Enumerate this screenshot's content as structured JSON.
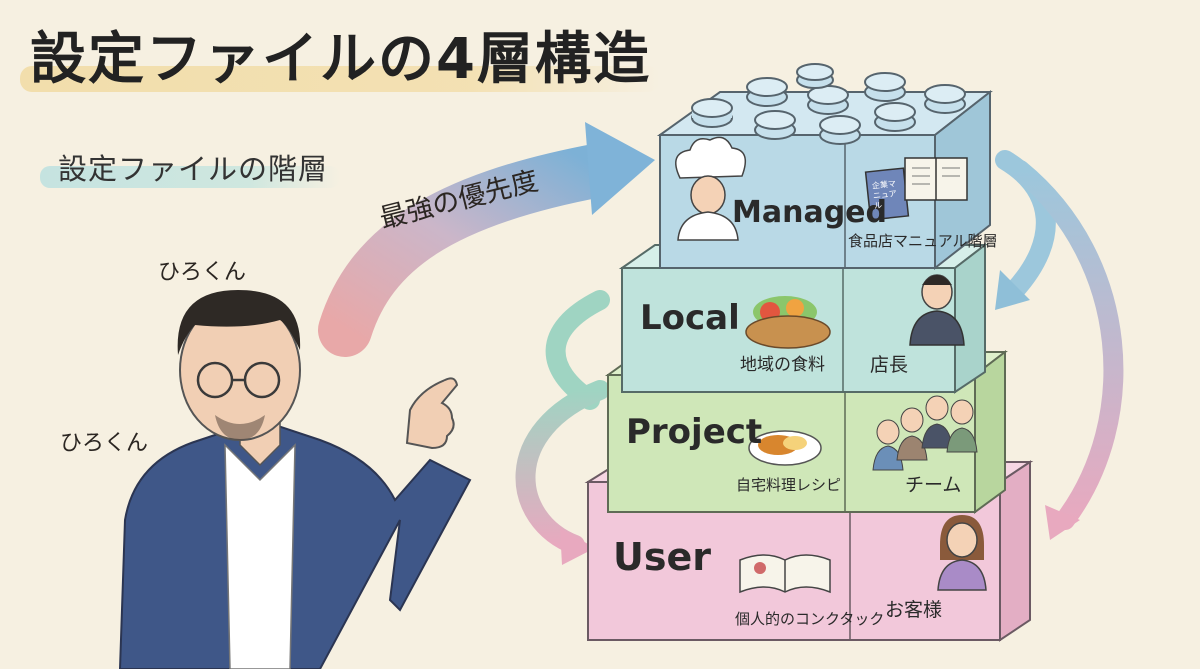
{
  "title": "設定ファイルの4層構造",
  "subtitle": "設定ファイルの階層",
  "presenter": {
    "name_top": "ひろくん",
    "name_left": "ひろくん"
  },
  "priority_label": "最強の優先度",
  "layers": [
    {
      "name": "Managed",
      "note": "食品店マニュアル階層",
      "manual_text": "企業マニュアル",
      "role": "",
      "color": "#b9d9e6"
    },
    {
      "name": "Local",
      "note": "地域の食料",
      "role": "店長",
      "color": "#bfe3dc"
    },
    {
      "name": "Project",
      "note": "自宅料理レシピ",
      "role": "チーム",
      "color": "#cfe7b8"
    },
    {
      "name": "User",
      "note": "個人的のコンクタック",
      "role": "お客様",
      "color": "#f2c8da"
    }
  ]
}
